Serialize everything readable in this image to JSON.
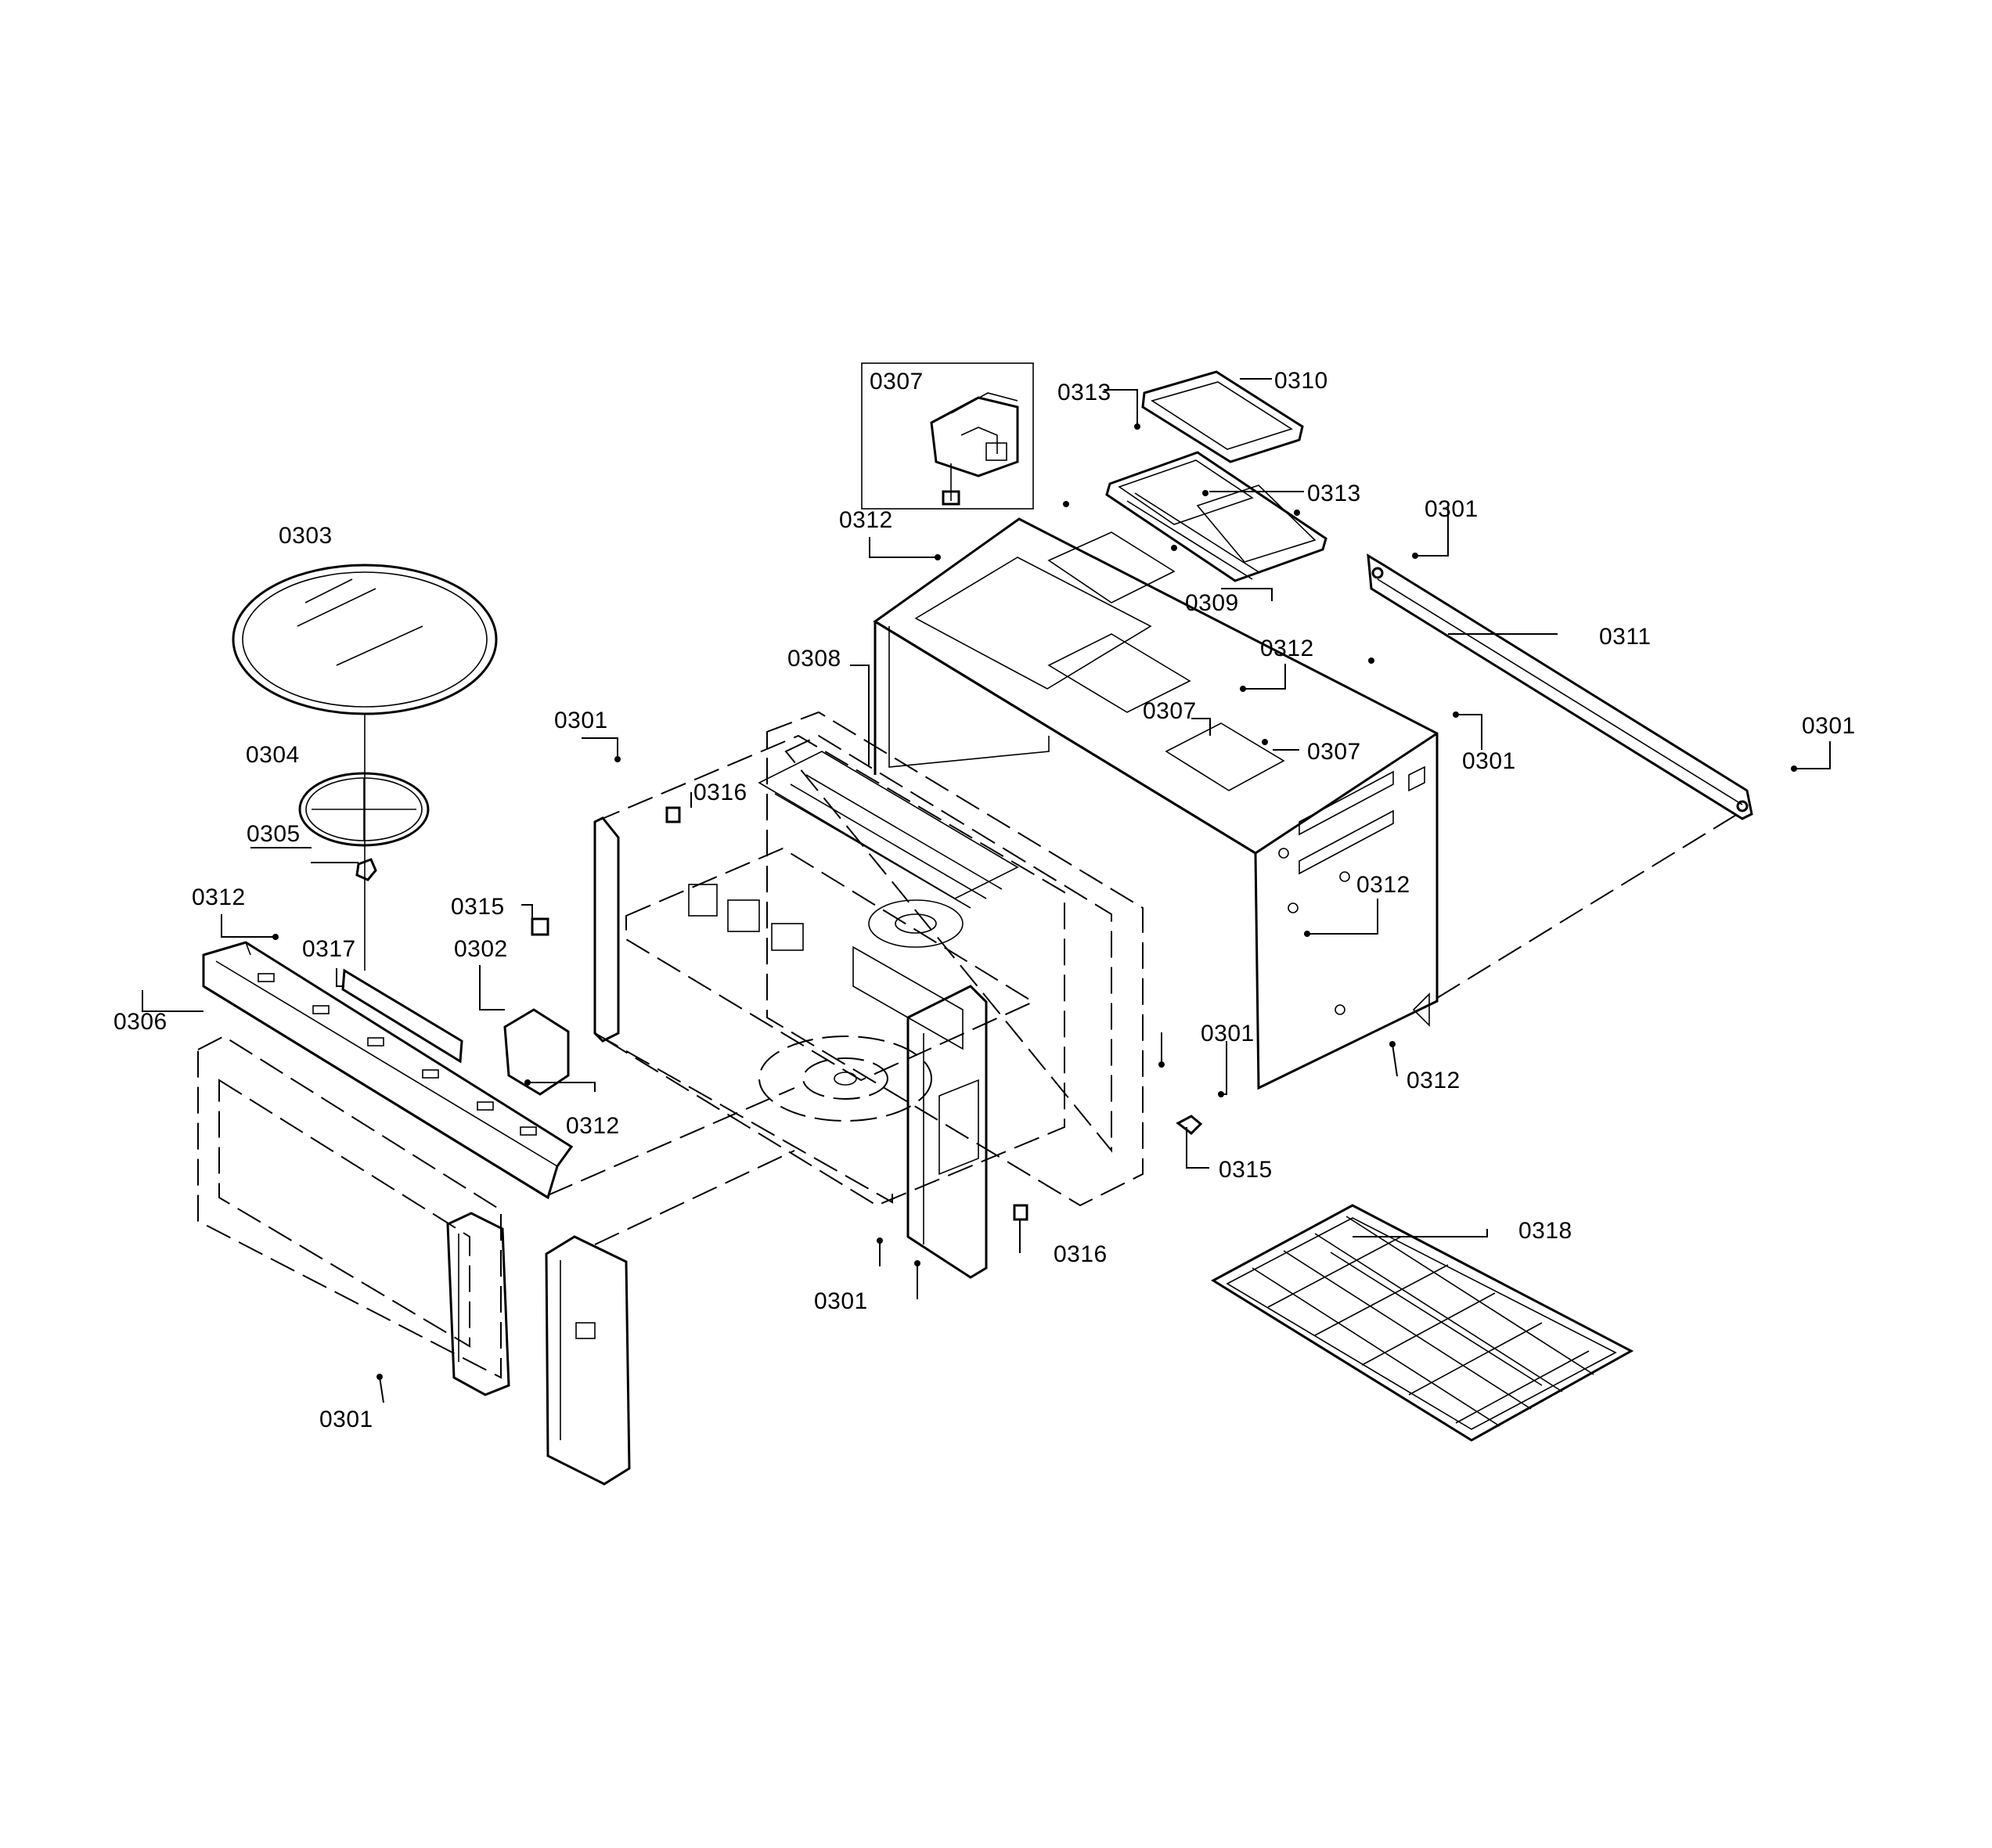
{
  "labels": {
    "p0307_inset": "0307",
    "p0310": "0310",
    "p0313_top": "0313",
    "p0313_right": "0313",
    "p0312_top": "0312",
    "p0309": "0309",
    "p0301_rail": "0301",
    "p0311": "0311",
    "p0303": "0303",
    "p0308": "0308",
    "p0312_mid": "0312",
    "p0307_mid_left": "0307",
    "p0307_mid_right": "0307",
    "p0301_cabinet": "0301",
    "p0301_far_right": "0301",
    "p0301_front_top": "0301",
    "p0304": "0304",
    "p0316_top": "0316",
    "p0305": "0305",
    "p0312_cab_side_upper": "0312",
    "p0312_left": "0312",
    "p0315_left": "0315",
    "p0317": "0317",
    "p0302": "0302",
    "p0306": "0306",
    "p0301_front_right": "0301",
    "p0312_cab_side_lower": "0312",
    "p0312_panel": "0312",
    "p0315_right": "0315",
    "p0318": "0318",
    "p0316_bottom": "0316",
    "p0301_front_bottom": "0301",
    "p0301_door_bottom": "0301"
  }
}
